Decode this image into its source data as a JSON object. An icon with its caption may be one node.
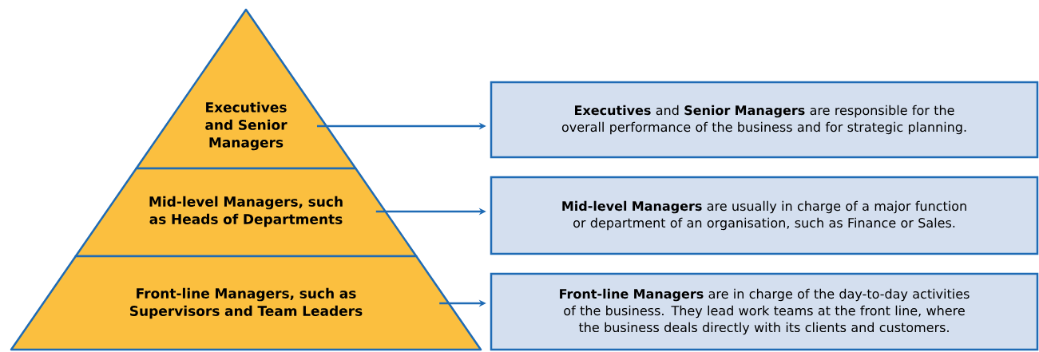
{
  "diagram": {
    "nodes": [
      {
        "text": [
          "Executives and Senior Managers"
        ]
      },
      {
        "text": [
          "Mid-level Managers, such as Heads of Departments"
        ]
      },
      {
        "text": [
          "Front-line Managers, such as Supervisors and Team Leaders"
        ]
      },
      {
        "text": [
          "**Executives** and **Senior Managers** are responsible for the overall performance of the business and for strategic planning."
        ]
      },
      {
        "text": [
          "**Mid-level Managers** are usually in charge of a major function or department of an organisation, such as Finance or Sales."
        ]
      },
      {
        "text": [
          "**Front-line Managers** are in charge of the day-to-day activities of the business. They lead work teams at the front line, where the business deals directly with its clients and customers."
        ]
      }
    ],
    "edges": [
      {
        "from": 0,
        "to": 3,
        "arrow": "to"
      },
      {
        "from": 1,
        "to": 4,
        "arrow": "to"
      },
      {
        "from": 2,
        "to": 5,
        "arrow": "to"
      }
    ]
  }
}
